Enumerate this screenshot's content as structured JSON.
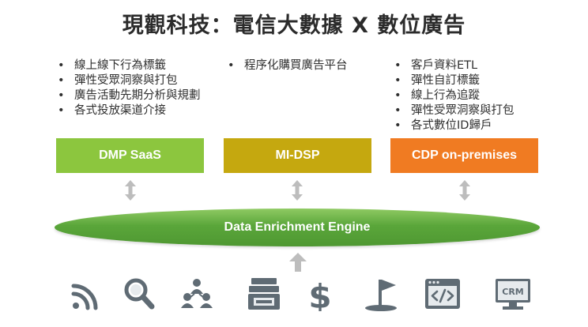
{
  "title": "現觀科技：電信大數據 X 數位廣告",
  "columns": [
    {
      "bullets": [
        "線上線下行為標籤",
        "彈性受眾洞察與打包",
        "廣告活動先期分析與規劃",
        "各式投放渠道介接"
      ],
      "box_label": "DMP SaaS",
      "box_color": "#8cc63e"
    },
    {
      "bullets": [
        "程序化購買廣告平台"
      ],
      "box_label": "MI-DSP",
      "box_color": "#c5a80f"
    },
    {
      "bullets": [
        "客戶資料ETL",
        "彈性自訂標籤",
        "線上行為追蹤",
        "彈性受眾洞察與打包",
        "各式數位ID歸戶"
      ],
      "box_label": "CDP on-premises",
      "box_color": "#f07b22"
    }
  ],
  "engine": {
    "label": "Data Enrichment Engine",
    "color": "#5aa63a"
  },
  "icons": {
    "names": [
      "wifi-icon",
      "search-icon",
      "people-network-icon",
      "cash-register-icon",
      "dollar-icon",
      "flag-icon",
      "code-window-icon",
      "crm-icon"
    ],
    "crm_text": "CRM",
    "color": "#5f6b74"
  }
}
